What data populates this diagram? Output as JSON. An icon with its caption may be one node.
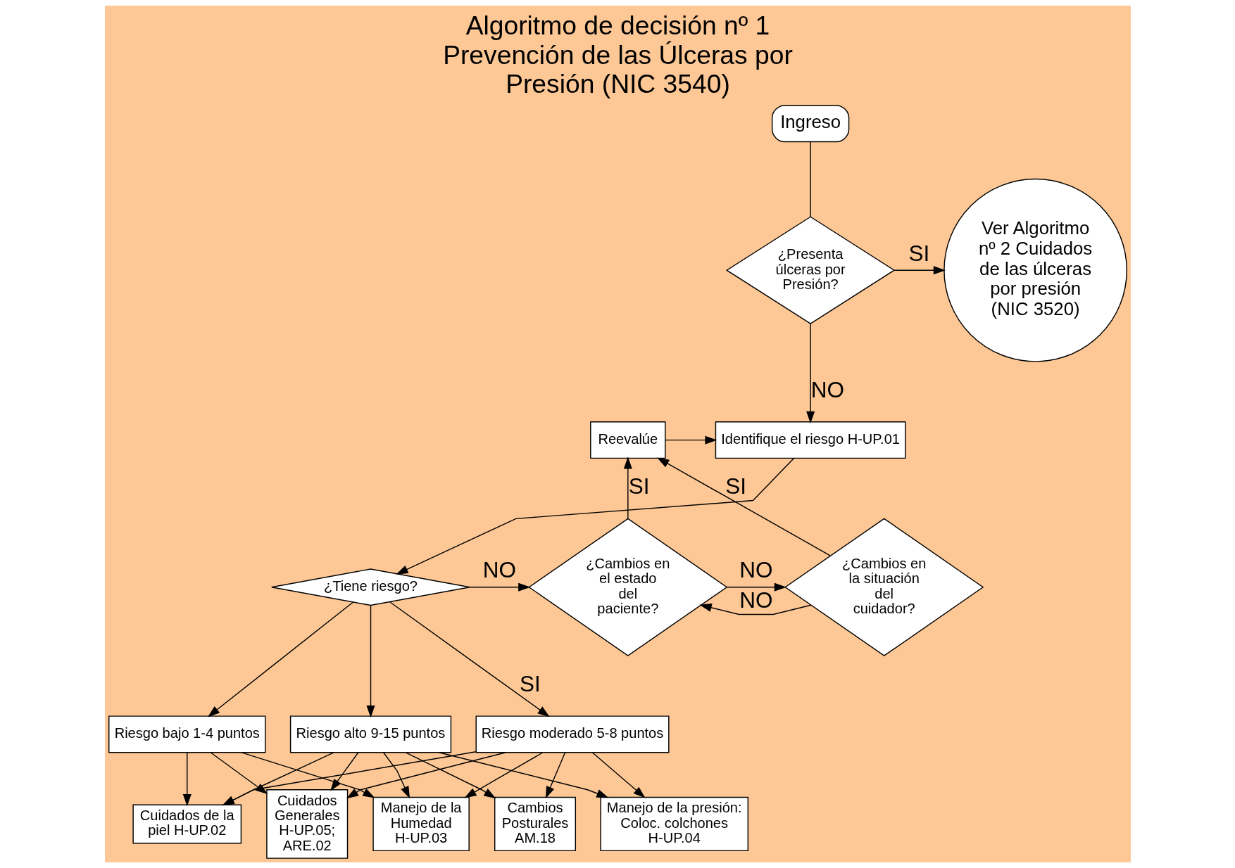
{
  "diagram": {
    "title": "Algoritmo de decisión nº 1 Prevención de las Úlceras por Presión (NIC 3540)",
    "nodes": [
      {
        "text": [
          "Ingreso"
        ]
      },
      {
        "text": [
          "Ver Algoritmo nº 2 Cuidados de las úlceras por presión (NIC 3520)"
        ]
      },
      {
        "text": [
          "¿Presenta úlceras por Presión?"
        ]
      },
      {
        "text": [
          "Identifique el riesgo H-UP.01"
        ]
      },
      {
        "text": [
          "Reevalúe"
        ]
      },
      {
        "text": [
          "¿Tiene riesgo?"
        ]
      },
      {
        "text": [
          "¿Cambios en el estado del paciente?"
        ]
      },
      {
        "text": [
          "¿Cambios en la situación del cuidador?"
        ]
      },
      {
        "text": [
          "Riesgo bajo 1-4 puntos"
        ]
      },
      {
        "text": [
          "Riesgo moderado 5-8 puntos"
        ]
      },
      {
        "text": [
          "Riesgo alto 9-15 puntos"
        ]
      },
      {
        "text": [
          "Cuidados de la piel H-UP.02"
        ]
      },
      {
        "text": [
          "Manejo de la Humedad H-UP.03"
        ]
      },
      {
        "text": [
          "Cuidados Generales H-UP.05; ARE.02"
        ]
      },
      {
        "text": [
          "Manejo de la presión: Coloc. colchones H-UP.04"
        ]
      },
      {
        "text": [
          "Cambios Posturales AM.18"
        ]
      }
    ],
    "edges": [
      {
        "from": 0,
        "to": 2,
        "arrow": "none"
      },
      {
        "from": 2,
        "to": 1,
        "arrow": "to",
        "label": "SI"
      },
      {
        "from": 2,
        "to": 3,
        "arrow": "to",
        "label": "NO"
      },
      {
        "from": 3,
        "to": 5,
        "arrow": "to"
      },
      {
        "from": 5,
        "to": 6,
        "arrow": "to",
        "label": "NO"
      },
      {
        "from": 6,
        "to": 4,
        "arrow": "to",
        "label": "SI"
      },
      {
        "from": 6,
        "to": 7,
        "arrow": "to",
        "label": "NO"
      },
      {
        "from": 7,
        "to": 4,
        "arrow": "to",
        "label": "SI"
      },
      {
        "from": 7,
        "to": 6,
        "arrow": "to",
        "label": "NO"
      },
      {
        "from": 4,
        "to": 3,
        "arrow": "to"
      },
      {
        "from": 5,
        "to": 8,
        "arrow": "to"
      },
      {
        "from": 5,
        "to": 9,
        "arrow": "to",
        "label": "SI"
      },
      {
        "from": 5,
        "to": 10,
        "arrow": "to"
      },
      {
        "from": 8,
        "to": 11,
        "arrow": "to"
      },
      {
        "from": 8,
        "to": 12,
        "arrow": "to"
      },
      {
        "from": 8,
        "to": 13,
        "arrow": "to"
      },
      {
        "from": 9,
        "to": 11,
        "arrow": "to"
      },
      {
        "from": 9,
        "to": 12,
        "arrow": "to"
      },
      {
        "from": 9,
        "to": 13,
        "arrow": "to"
      },
      {
        "from": 9,
        "to": 14,
        "arrow": "to"
      },
      {
        "from": 9,
        "to": 15,
        "arrow": "to"
      },
      {
        "from": 10,
        "to": 11,
        "arrow": "to"
      },
      {
        "from": 10,
        "to": 12,
        "arrow": "to"
      },
      {
        "from": 10,
        "to": 13,
        "arrow": "to"
      },
      {
        "from": 10,
        "to": 14,
        "arrow": "to"
      },
      {
        "from": 10,
        "to": 15,
        "arrow": "to"
      }
    ]
  }
}
